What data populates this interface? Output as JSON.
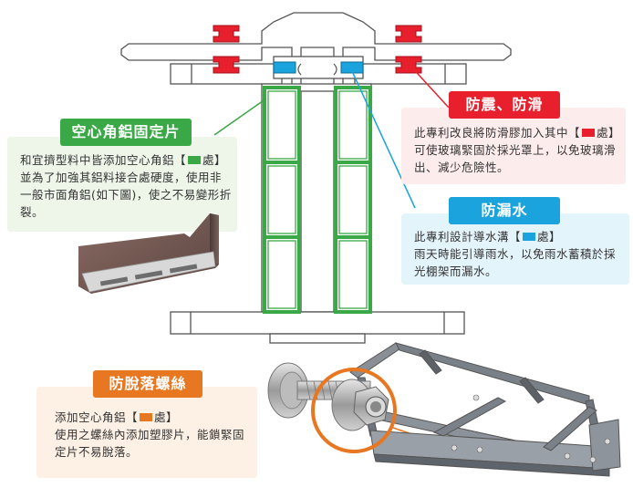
{
  "colors": {
    "green": "#3aa846",
    "red": "#e8202d",
    "blue": "#1aa3dd",
    "orange": "#e87722",
    "green_panel": "#edf6e9",
    "red_panel": "#fdecec",
    "blue_panel": "#e4f4fb",
    "orange_panel": "#fdf0e4"
  },
  "callouts": {
    "aluminum": {
      "title": "空心角鋁固定片",
      "body_pre": "和宜擠型料中皆添加空心角鋁【",
      "body_marker_label": "處",
      "body_post": "並為了加強其鋁料接合處硬度，使用非一般市面角鋁(如下圖)，使之不易變形折裂。"
    },
    "antiquake": {
      "title": "防震、防滑",
      "body_pre": "此專利改良將防滑膠加入其中【",
      "body_marker_label": "處",
      "body_post": "可使玻璃緊固於採光罩上，以免玻璃滑出、減少危險性。"
    },
    "antileak": {
      "title": "防漏水",
      "body_pre": "此專利設計導水溝【",
      "body_marker_label": "處",
      "body_post": "雨天時能引導雨水，以免雨水蓄積於採光棚架而漏水。"
    },
    "antiloose": {
      "title": "防脫落螺絲",
      "body_pre": "添加空心角鋁【",
      "body_marker_label": "處",
      "body_post": "使用之螺絲內添加塑膠片，能鎖緊固定片不易脫落。"
    }
  },
  "icons": {
    "bolt": "bolt-nut-photo-icon",
    "frame": "frame-photo-icon",
    "angle": "angle-aluminum-photo-icon"
  }
}
